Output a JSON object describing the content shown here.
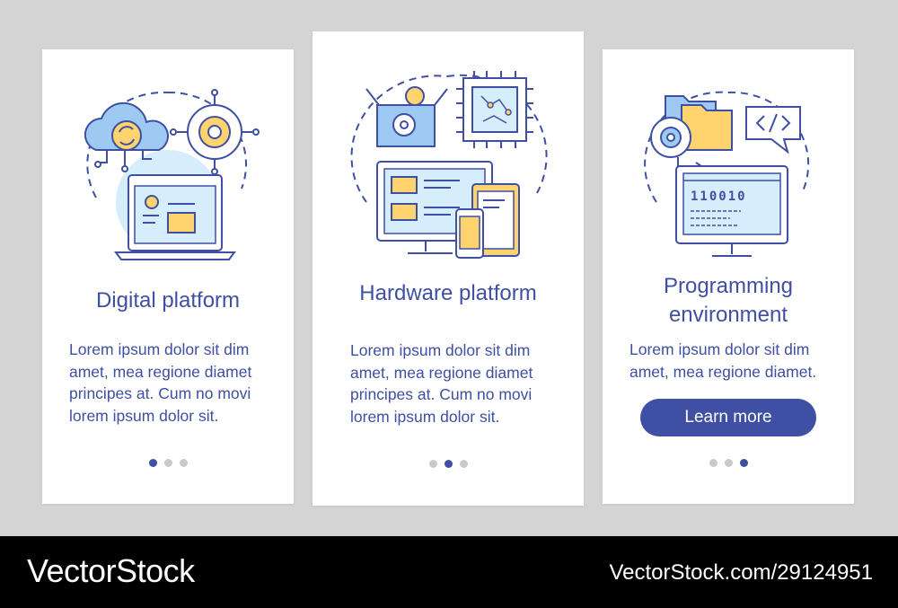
{
  "colors": {
    "accent": "#3f4fa3",
    "light_blue": "#d6eefc",
    "fill_blue": "#9ec9f2",
    "fill_yellow": "#ffd36e",
    "dot_inactive": "#c9c9c9"
  },
  "cards": [
    {
      "title": "Digital platform",
      "body": "Lorem ipsum dolor sit dim amet, mea regione diamet principes at. Cum no movi lorem ipsum dolor sit.",
      "active_dot": 0
    },
    {
      "title": "Hardware platform",
      "body": "Lorem ipsum dolor sit dim amet, mea regione diamet principes at. Cum no movi lorem ipsum dolor sit.",
      "active_dot": 1
    },
    {
      "title_line1": "Programming",
      "title_line2": "environment",
      "body": "Lorem ipsum dolor sit dim amet, mea regione diamet.",
      "button_label": "Learn more",
      "active_dot": 2,
      "screen_code": "110010"
    }
  ],
  "footer": {
    "brand": "VectorStock",
    "url": "VectorStock.com/29124951"
  }
}
